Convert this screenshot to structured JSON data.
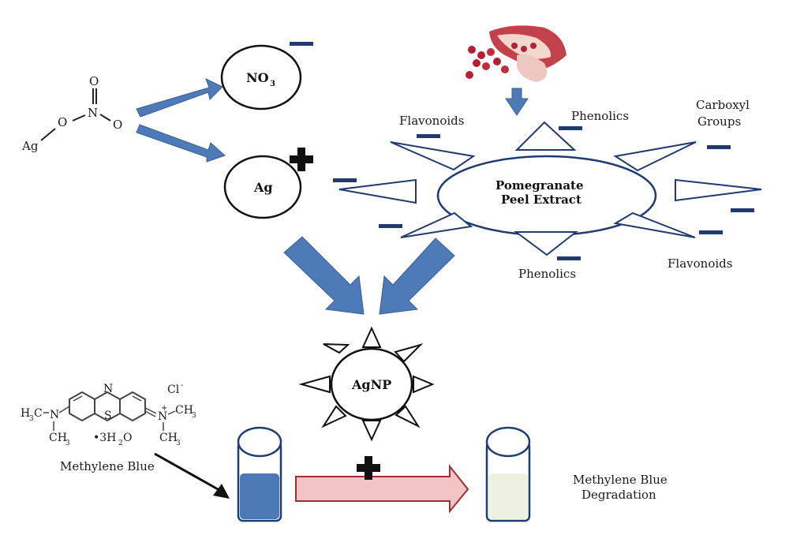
{
  "silver_nitrate": {
    "ag_label": "Ag",
    "o_label": "O",
    "n_label": "N",
    "o_top_label": "O",
    "o_right_label": "O"
  },
  "ions": {
    "nitrate_label": "NO",
    "nitrate_subscript": "3",
    "silver_label": "Ag"
  },
  "extract": {
    "title_line1": "Pomegranate",
    "title_line2": "Peel Extract",
    "spike_labels": {
      "flavonoids_top": "Flavonoids",
      "phenolics_top": "Phenolics",
      "carboxyl_line1": "Carboxyl",
      "carboxyl_line2": "Groups",
      "phenolics_bottom": "Phenolics",
      "flavonoids_bottom": "Flavonoids"
    }
  },
  "nanoparticle": {
    "label": "AgNP"
  },
  "methylene_blue": {
    "name": "Methylene Blue",
    "n_ring": "N",
    "s_ring": "S",
    "chloride": "Cl",
    "chloride_charge": "-",
    "left_group_h": "H",
    "left_group_sub": "3",
    "left_group_c": "C",
    "left_n": "N",
    "left_ch": "CH",
    "left_ch_sub": "3",
    "right_n": "N",
    "right_ch_top": "CH",
    "right_ch_top_sub": "3",
    "right_ch_bottom": "CH",
    "right_ch_bottom_sub": "3",
    "hydrate_prefix": "•3H",
    "hydrate_sub": "2",
    "hydrate_suffix": "O"
  },
  "result": {
    "line1": "Methylene Blue",
    "line2": "Degradation"
  },
  "colors": {
    "arrow_blue": "#4f7ab8",
    "arrow_blue_edge": "#3a5f97",
    "navy": "#1f3b70",
    "pink": "#f2c4c4",
    "pink_edge": "#9b2f35",
    "vial_blue": "#4d78b6",
    "vial_pale": "#eef1e2"
  },
  "icons": [
    "plus-icon",
    "minus-icon",
    "pomegranate-icon",
    "arrow-icon"
  ]
}
